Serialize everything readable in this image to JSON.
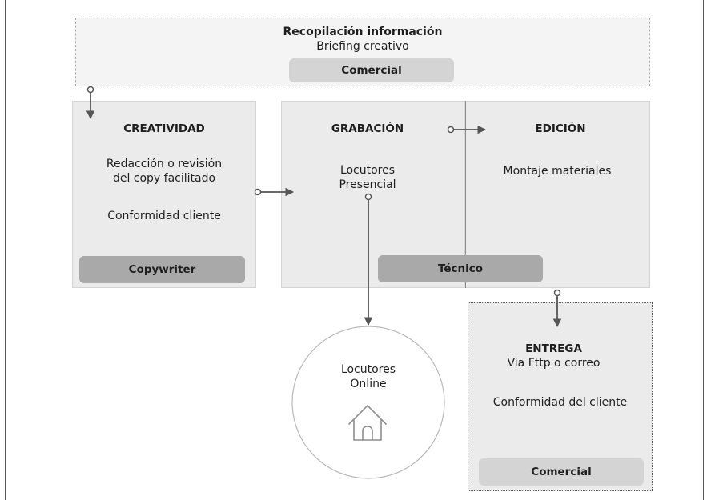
{
  "top": {
    "title": "Recopilación información",
    "subtitle": "Briefing creativo",
    "role": "Comercial"
  },
  "creatividad": {
    "title": "CREATIVIDAD",
    "line1": "Redacción o revisión",
    "line2": "del copy facilitado",
    "line3": "Conformidad cliente",
    "role": "Copywriter"
  },
  "grabacion": {
    "title": "GRABACIÓN",
    "line1": "Locutores",
    "line2": "Presencial"
  },
  "edicion": {
    "title": "EDICIÓN",
    "line1": "Montaje materiales"
  },
  "tecnico": {
    "role": "Técnico"
  },
  "online": {
    "line1": "Locutores",
    "line2": "Online",
    "icon": "home-icon"
  },
  "entrega": {
    "title": "ENTREGA",
    "subtitle": "Via Fttp o correo",
    "line1": "Conformidad del cliente",
    "role": "Comercial"
  },
  "colors": {
    "box_fill": "#ebebeb",
    "top_fill": "#f4f4f4",
    "pill_light": "#d4d4d4",
    "pill_dark": "#a9a9a9",
    "connector": "#555555"
  }
}
